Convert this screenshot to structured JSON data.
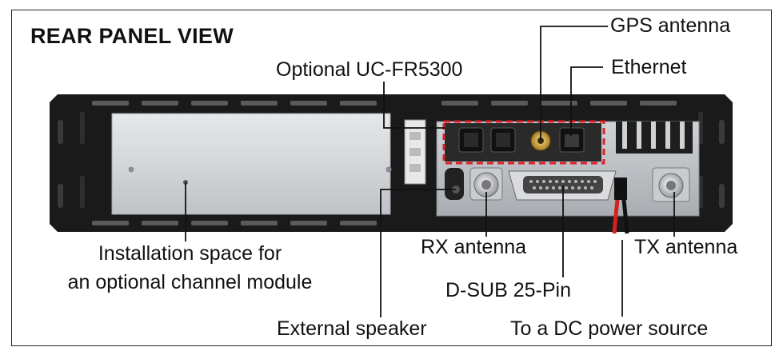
{
  "title": "REAR PANEL VIEW",
  "labels": {
    "gps_antenna": "GPS antenna",
    "optional_uc": "Optional UC-FR5300",
    "ethernet": "Ethernet",
    "installation_line1": "Installation space for",
    "installation_line2": "an optional channel module",
    "rx_antenna": "RX antenna",
    "tx_antenna": "TX antenna",
    "dsub": "D-SUB 25-Pin",
    "external_speaker": "External speaker",
    "dc_power": "To a DC power source"
  },
  "colors": {
    "highlight_dashed": "#e0202a",
    "chassis_black": "#1a1a1a",
    "panel_grey": "#cfd1d4"
  }
}
